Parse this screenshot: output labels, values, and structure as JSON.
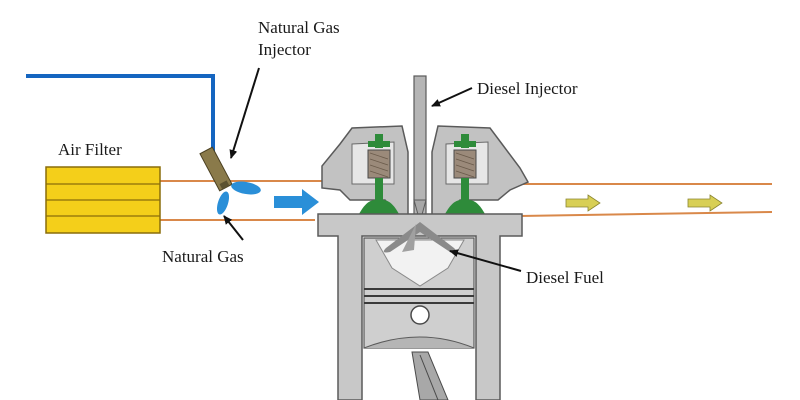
{
  "labels": {
    "ng_injector_line1": "Natural Gas",
    "ng_injector_line2": "Injector",
    "air_filter": "Air Filter",
    "natural_gas": "Natural Gas",
    "diesel_injector": "Diesel Injector",
    "diesel_fuel": "Diesel Fuel"
  },
  "colors": {
    "gas_line": "#1565c0",
    "pipe": "#d9884a",
    "filter": "#f4cf1a",
    "valve": "#2e8b3a",
    "engine_grey": "#bdbdbd",
    "spray_blue": "#2a8fd8"
  }
}
